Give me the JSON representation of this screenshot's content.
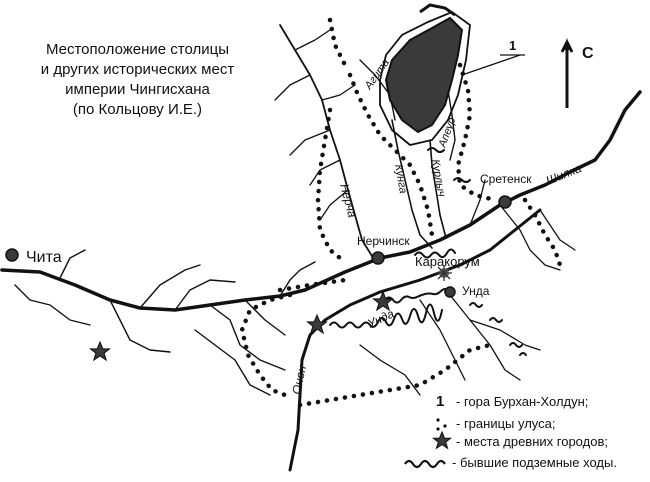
{
  "title_lines": [
    "Местоположение столицы",
    "и других исторических мест",
    "империи Чингисхана",
    "(по Кольцову И.Е.)"
  ],
  "north_label": "С",
  "mountain_number": "1",
  "cities": {
    "chita": "Чита",
    "nerchinsk": "Нерчинск",
    "sretensk": "Сретенск",
    "karakorum": "Каракорум",
    "unda_settlement": "Унда"
  },
  "rivers": {
    "shilka": "Шилка",
    "agita": "Агита",
    "apeur": "Апеур",
    "kurlych": "Курлыч",
    "kunga": "Кунга",
    "nercha": "Нерча",
    "unda": "Унда",
    "onon": "Онон"
  },
  "legend": [
    {
      "symbol": "1",
      "text": "- гора Бурхан-Холдун;"
    },
    {
      "symbol": "dots",
      "text": "- границы улуса;"
    },
    {
      "symbol": "star",
      "text": "- места древних городов;"
    },
    {
      "symbol": "wave",
      "text": "- бывшие подземные ходы."
    }
  ],
  "colors": {
    "ink": "#111111",
    "mountain": "#3a3a3a",
    "paper": "#ffffff"
  }
}
